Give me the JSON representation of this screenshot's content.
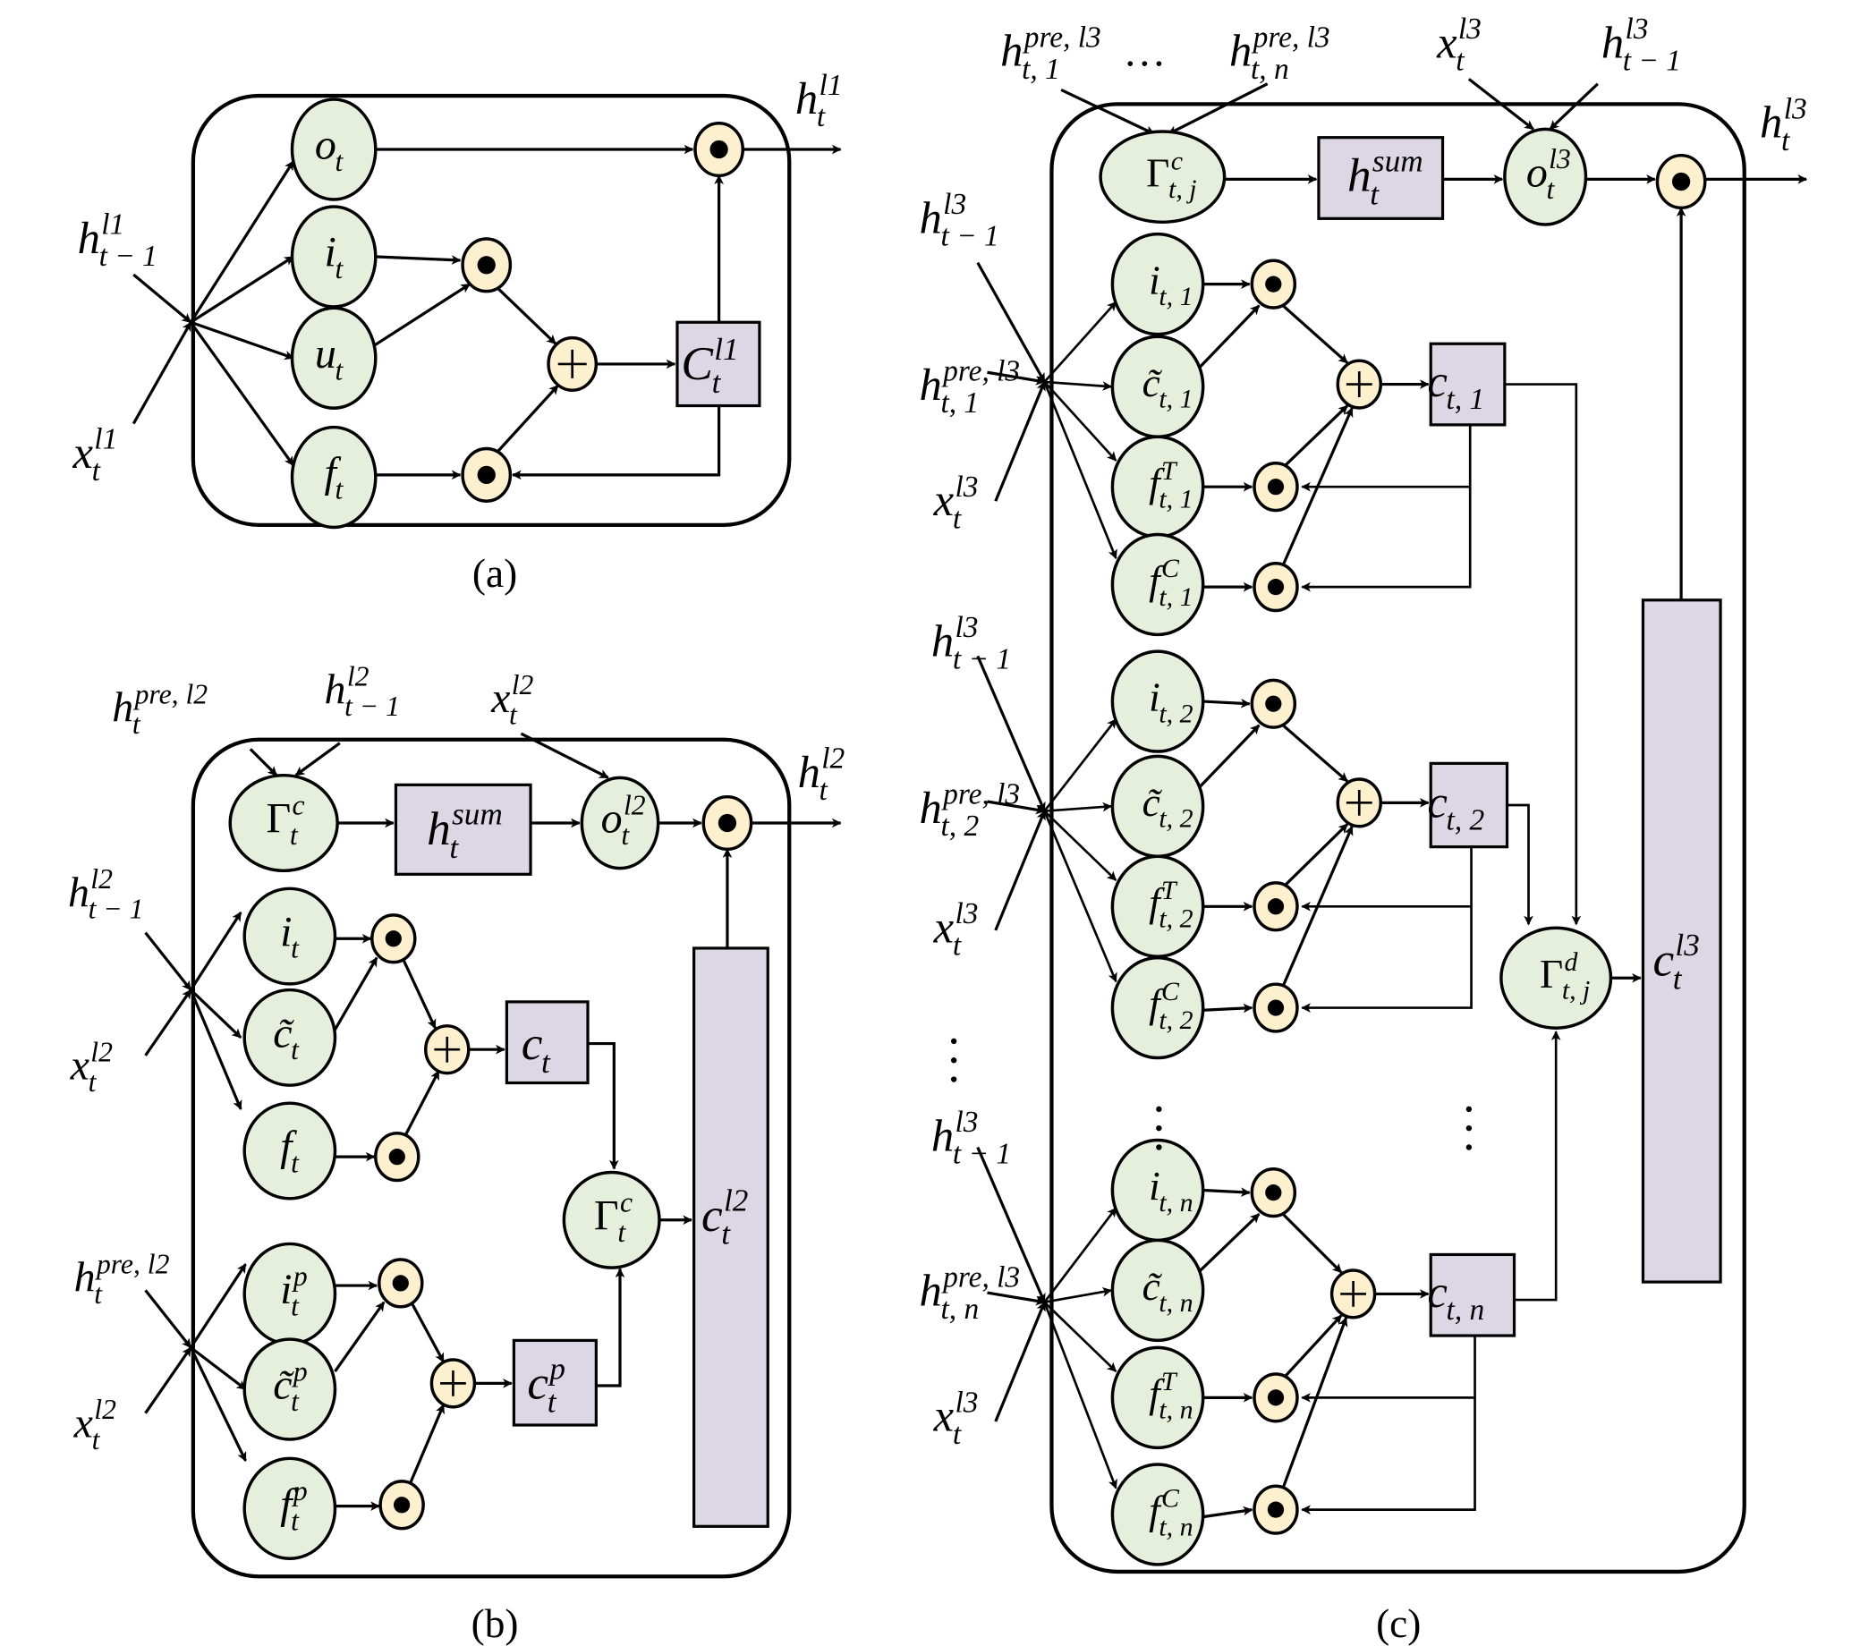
{
  "figure": {
    "panels": [
      {
        "id": "a",
        "caption": "(a)",
        "inputs": [
          {
            "base": "h",
            "sup": "l1",
            "sub": "t − 1"
          },
          {
            "base": "x",
            "sup": "l1",
            "sub": "t"
          }
        ],
        "output": {
          "base": "h",
          "sup": "l1",
          "sub": "t"
        },
        "gates": [
          {
            "base": "o",
            "sup": "",
            "sub": "t"
          },
          {
            "base": "i",
            "sup": "",
            "sub": "t"
          },
          {
            "base": "u",
            "sup": "",
            "sub": "t"
          },
          {
            "base": "f",
            "sup": "",
            "sub": "t"
          }
        ],
        "cell": {
          "base": "C",
          "sup": "l1",
          "sub": "t"
        }
      },
      {
        "id": "b",
        "caption": "(b)",
        "top_inputs": [
          {
            "base": "h",
            "sup": "pre, l2",
            "sub": "t"
          },
          {
            "base": "h",
            "sup": "l2",
            "sub": "t − 1"
          },
          {
            "base": "x",
            "sup": "l2",
            "sub": "t"
          }
        ],
        "top_row": {
          "gamma": {
            "base": "Γ",
            "sup": "c",
            "sub": "t"
          },
          "hsum": {
            "base": "h",
            "sup": "sum",
            "sub": "t"
          },
          "out_gate": {
            "base": "o",
            "sup": "l2",
            "sub": "t"
          }
        },
        "output": {
          "base": "h",
          "sup": "l2",
          "sub": "t"
        },
        "group1_inputs": [
          {
            "base": "h",
            "sup": "l2",
            "sub": "t − 1"
          },
          {
            "base": "x",
            "sup": "l2",
            "sub": "t"
          }
        ],
        "group1_gates": [
          {
            "base": "i",
            "sup": "",
            "sub": "t"
          },
          {
            "base": "c̃",
            "sup": "",
            "sub": "t"
          },
          {
            "base": "f",
            "sup": "",
            "sub": "t"
          }
        ],
        "group1_cell": {
          "base": "c",
          "sup": "",
          "sub": "t"
        },
        "group2_inputs": [
          {
            "base": "h",
            "sup": "pre, l2",
            "sub": "t"
          },
          {
            "base": "x",
            "sup": "l2",
            "sub": "t"
          }
        ],
        "group2_gates": [
          {
            "base": "i",
            "sup": "p",
            "sub": "t"
          },
          {
            "base": "c̃",
            "sup": "p",
            "sub": "t"
          },
          {
            "base": "f",
            "sup": "p",
            "sub": "t"
          }
        ],
        "group2_cell": {
          "base": "c",
          "sup": "p",
          "sub": "t"
        },
        "merge": {
          "base": "Γ",
          "sup": "c",
          "sub": "t"
        },
        "cell": {
          "base": "c",
          "sup": "l2",
          "sub": "t"
        }
      },
      {
        "id": "c",
        "caption": "(c)",
        "top_inputs": [
          {
            "base": "h",
            "sup": "pre, l3",
            "sub": "t, 1"
          },
          {
            "base": "h",
            "sup": "pre, l3",
            "sub": "t, n"
          },
          {
            "base": "x",
            "sup": "l3",
            "sub": "t"
          },
          {
            "base": "h",
            "sup": "l3",
            "sub": "t − 1"
          }
        ],
        "top_ellipsis": "…",
        "top_row": {
          "gamma": {
            "base": "Γ",
            "sup": "c",
            "sub": "t, j"
          },
          "hsum": {
            "base": "h",
            "sup": "sum",
            "sub": "t"
          },
          "out_gate": {
            "base": "o",
            "sup": "l3",
            "sub": "t"
          }
        },
        "output": {
          "base": "h",
          "sup": "l3",
          "sub": "t"
        },
        "groups": [
          {
            "index": "1",
            "inputs": [
              {
                "base": "h",
                "sup": "l3",
                "sub": "t − 1"
              },
              {
                "base": "h",
                "sup": "pre, l3",
                "sub": "t, 1"
              },
              {
                "base": "x",
                "sup": "l3",
                "sub": "t"
              }
            ],
            "gates": [
              {
                "base": "i",
                "sup": "",
                "sub": "t, 1"
              },
              {
                "base": "c̃",
                "sup": "",
                "sub": "t, 1"
              },
              {
                "base": "f",
                "sup": "T",
                "sub": "t, 1"
              },
              {
                "base": "f",
                "sup": "C",
                "sub": "t, 1"
              }
            ],
            "cell": {
              "base": "c",
              "sup": "",
              "sub": "t, 1"
            }
          },
          {
            "index": "2",
            "inputs": [
              {
                "base": "h",
                "sup": "l3",
                "sub": "t − 1"
              },
              {
                "base": "h",
                "sup": "pre, l3",
                "sub": "t, 2"
              },
              {
                "base": "x",
                "sup": "l3",
                "sub": "t"
              }
            ],
            "gates": [
              {
                "base": "i",
                "sup": "",
                "sub": "t, 2"
              },
              {
                "base": "c̃",
                "sup": "",
                "sub": "t, 2"
              },
              {
                "base": "f",
                "sup": "T",
                "sub": "t, 2"
              },
              {
                "base": "f",
                "sup": "C",
                "sub": "t, 2"
              }
            ],
            "cell": {
              "base": "c",
              "sup": "",
              "sub": "t, 2"
            }
          },
          {
            "index": "n",
            "inputs": [
              {
                "base": "h",
                "sup": "l3",
                "sub": "t − 1"
              },
              {
                "base": "h",
                "sup": "pre, l3",
                "sub": "t, n"
              },
              {
                "base": "x",
                "sup": "l3",
                "sub": "t"
              }
            ],
            "gates": [
              {
                "base": "i",
                "sup": "",
                "sub": "t, n"
              },
              {
                "base": "c̃",
                "sup": "",
                "sub": "t, n"
              },
              {
                "base": "f",
                "sup": "T",
                "sub": "t, n"
              },
              {
                "base": "f",
                "sup": "C",
                "sub": "t, n"
              }
            ],
            "cell": {
              "base": "c",
              "sup": "",
              "sub": "t, n"
            }
          }
        ],
        "merge": {
          "base": "Γ",
          "sup": "d",
          "sub": "t, j"
        },
        "cell": {
          "base": "c",
          "sup": "l3",
          "sub": "t"
        }
      }
    ],
    "operators": {
      "multiply": "⊙",
      "add": "+"
    },
    "colors": {
      "gate_fill": "#e6efdc",
      "operator_fill": "#fdf0cf",
      "state_fill": "#dcd6e5",
      "stroke": "#000000"
    }
  }
}
